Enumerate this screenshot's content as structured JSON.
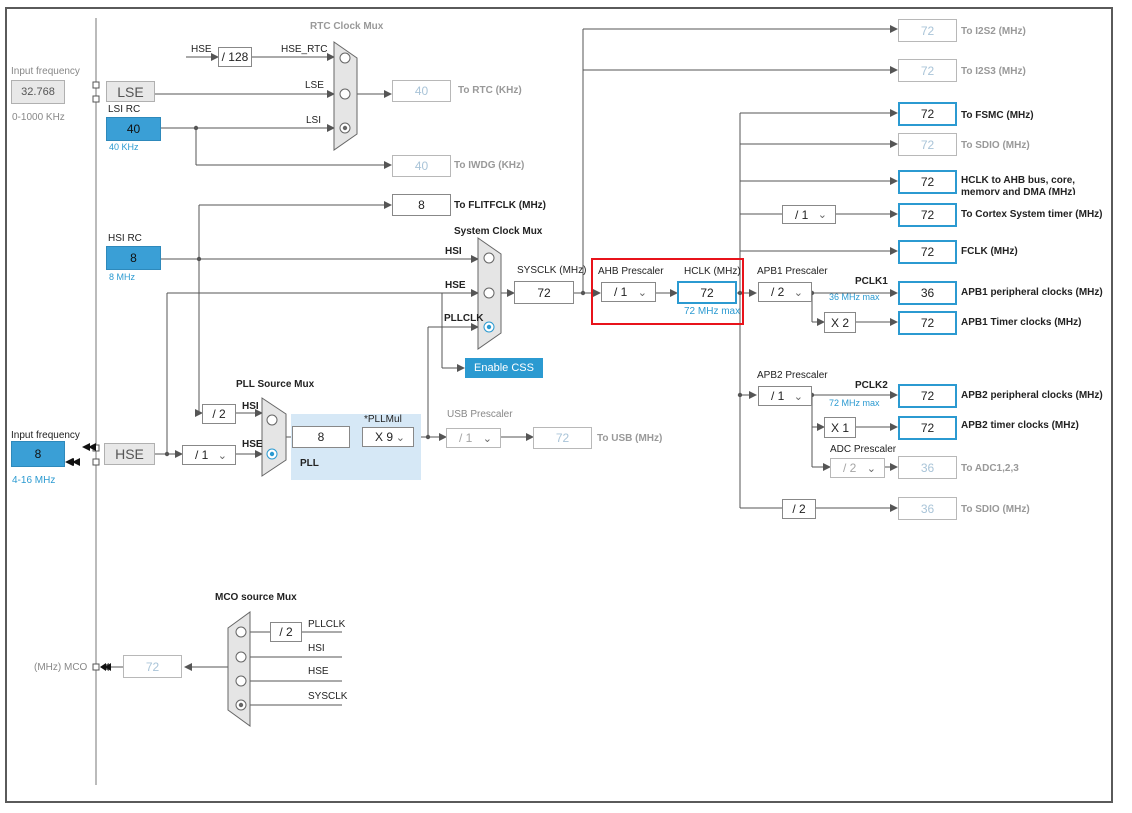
{
  "lse": {
    "input_label": "Input frequency",
    "input_value": "32.768",
    "range": "0-1000 KHz",
    "name": "LSE"
  },
  "lsi": {
    "title": "LSI RC",
    "value": "40",
    "freq": "40 KHz"
  },
  "hsi": {
    "title": "HSI RC",
    "value": "8",
    "freq": "8 MHz"
  },
  "hse": {
    "input_label": "Input frequency",
    "input_value": "8",
    "range": "4-16 MHz",
    "name": "HSE",
    "div": "/ 1"
  },
  "rtc": {
    "mux_title": "RTC Clock Mux",
    "hse_label": "HSE",
    "div128": "/ 128",
    "in_hse_rtc": "HSE_RTC",
    "in_lse": "LSE",
    "in_lsi": "LSI",
    "out_value": "40",
    "out_label": "To RTC (KHz)"
  },
  "iwdg": {
    "value": "40",
    "label": "To IWDG (KHz)"
  },
  "flit": {
    "value": "8",
    "label": "To FLITFCLK (MHz)"
  },
  "sysmux": {
    "title": "System Clock Mux",
    "in_hsi": "HSI",
    "in_hse": "HSE",
    "in_pll": "PLLCLK",
    "css_button": "Enable CSS"
  },
  "sysclk": {
    "label": "SYSCLK (MHz)",
    "value": "72"
  },
  "ahb": {
    "label": "AHB Prescaler",
    "value": "/ 1"
  },
  "hclk": {
    "label": "HCLK (MHz)",
    "value": "72",
    "max": "72 MHz max"
  },
  "pll": {
    "mux_title": "PLL Source Mux",
    "div2": "/ 2",
    "in_hsi": "HSI",
    "in_hse": "HSE",
    "value": "8",
    "mul_label": "*PLLMul",
    "mul": "X 9",
    "name": "PLL"
  },
  "usb": {
    "label": "USB Prescaler",
    "value": "/ 1",
    "out_value": "72",
    "out_label": "To USB (MHz)"
  },
  "outputs": {
    "i2s2": {
      "value": "72",
      "label": "To I2S2 (MHz)"
    },
    "i2s3": {
      "value": "72",
      "label": "To I2S3 (MHz)"
    },
    "fsmc": {
      "value": "72",
      "label": "To FSMC (MHz)"
    },
    "sdio1": {
      "value": "72",
      "label": "To SDIO (MHz)"
    },
    "hclk_ahb": {
      "value": "72",
      "label_line1": "HCLK to AHB bus, core,",
      "label_line2": "memory and DMA (MHz)"
    },
    "cortex": {
      "div": "/ 1",
      "value": "72",
      "label": "To Cortex System timer (MHz)"
    },
    "fclk": {
      "value": "72",
      "label": "FCLK (MHz)"
    }
  },
  "apb1": {
    "label": "APB1 Prescaler",
    "value": "/ 2",
    "pclk": "PCLK1",
    "max": "36 MHz max",
    "periph_value": "36",
    "periph_label": "APB1 peripheral clocks (MHz)",
    "timer_mul": "X 2",
    "timer_value": "72",
    "timer_label": "APB1 Timer clocks (MHz)"
  },
  "apb2": {
    "label": "APB2 Prescaler",
    "value": "/ 1",
    "pclk": "PCLK2",
    "max": "72 MHz max",
    "periph_value": "72",
    "periph_label": "APB2 peripheral clocks (MHz)",
    "timer_mul": "X 1",
    "timer_value": "72",
    "timer_label": "APB2 timer clocks (MHz)"
  },
  "adc": {
    "label": "ADC Prescaler",
    "value": "/ 2",
    "out_value": "36",
    "out_label": "To ADC1,2,3"
  },
  "sdio2": {
    "div": "/ 2",
    "value": "36",
    "label": "To SDIO (MHz)"
  },
  "mco": {
    "mux_title": "MCO source Mux",
    "div2": "/ 2",
    "in_pll": "PLLCLK",
    "in_hsi": "HSI",
    "in_hse": "HSE",
    "in_sys": "SYSCLK",
    "label": "(MHz) MCO",
    "value": "72"
  },
  "colors": {
    "accent": "#2b9ad1",
    "highlight": "#e8131b",
    "wire": "#555555",
    "pll_bg": "#d6e8f6"
  }
}
